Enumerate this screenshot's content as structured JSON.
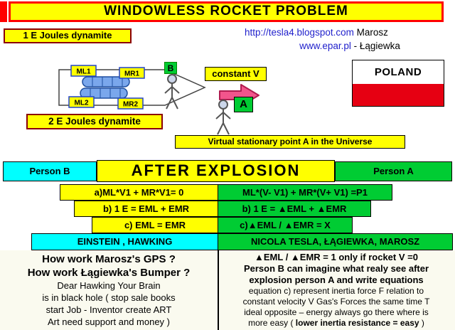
{
  "colors": {
    "yellow": "#ffff00",
    "cyan": "#00ffff",
    "green": "#00cc33",
    "title_border_red": "#ff0000",
    "dynamite_border": "#8b0000",
    "flag_red": "#e60012",
    "arrow_pink": "#f2558c",
    "link_blue": "#2222cc"
  },
  "title": "WINDOWLESS ROCKET PROBLEM",
  "labels": {
    "dynamite1": "1 E Joules dynamite",
    "dynamite2": "2 E Joules dynamite",
    "constant_v": "constant V",
    "virtual_point": "Virtual stationary point A in the Universe",
    "marker_b": "B",
    "marker_a": "A"
  },
  "links": {
    "blog": "http://tesla4.blogspot.com",
    "blog_suffix": " Marosz",
    "epar": "www.epar.pl",
    "epar_suffix": " - Łągiewka"
  },
  "flag": {
    "country": "POLAND"
  },
  "rocket": {
    "ml1": "ML1",
    "mr1": "MR1",
    "ml2": "ML2",
    "mr2": "MR2"
  },
  "table": {
    "header": {
      "left": "Person B",
      "center": "AFTER EXPLOSION",
      "right": "Person A"
    },
    "rows": [
      {
        "left": "a)ML*V1 + MR*V1= 0",
        "right": "ML*(V- V1) + MR*(V+ V1) =P1"
      },
      {
        "left": "b) 1 E  = EML + EMR",
        "right": "b)  1 E  = ▲EML  +  ▲EMR"
      },
      {
        "left": "c)   EML  = EMR",
        "right": "c)▲EML /  ▲EMR = X"
      }
    ],
    "footer": {
      "left": "EINSTEIN , HAWKING",
      "right": "NICOLA TESLA, ŁĄGIEWKA, MAROSZ"
    }
  },
  "bottom": {
    "left": {
      "line1": "How work Marosz's GPS ?",
      "line2": "How work Łągiewka's Bumper ?",
      "line3": "Dear Hawking Your Brain",
      "line4": "is in black hole  ( stop sale books",
      "line5": "start Job - Inventor create ART",
      "line6": "Art need support and money )"
    },
    "right": {
      "line1": "▲EML / ▲EMR = 1 only if rocket V =0",
      "line2": "Person B can imagine what realy see  after",
      "line3": "explosion person A and write equations",
      "line4": "equation c) represent inertia force F relation to",
      "line5": "constant velocity V Gas's Forces the same time T",
      "line6": "ideal opposite – energy always go there where is",
      "line7_pre": "more easy ( ",
      "line7_bold": "lower inertia resistance = easy",
      "line7_post": " )"
    }
  }
}
